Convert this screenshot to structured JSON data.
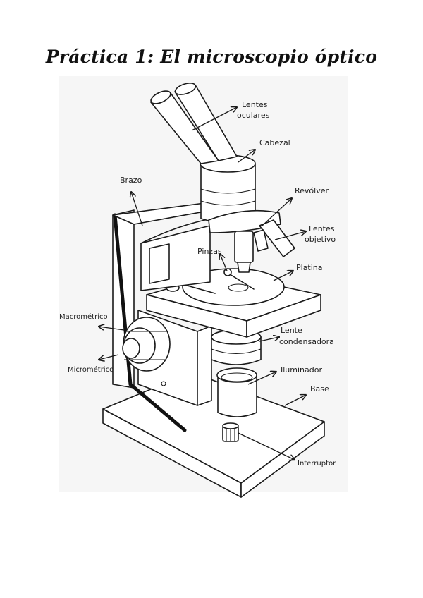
{
  "title": "Práctica 1: El microscopio óptico",
  "labels": {
    "lentes_oculares_1": "Lentes",
    "lentes_oculares_2": "oculares",
    "cabezal": "Cabezal",
    "brazo": "Brazo",
    "revolver": "Revólver",
    "lentes_objetivo_1": "Lentes",
    "lentes_objetivo_2": "objetivo",
    "pinzas": "Pinzas",
    "platina": "Platina",
    "macrometrico": "Macrométrico",
    "micrometrico": "Micrométrico",
    "lente_condensadora_1": "Lente",
    "lente_condensadora_2": "condensadora",
    "iluminador": "Iluminador",
    "base": "Base",
    "interruptor": "Interruptor"
  }
}
